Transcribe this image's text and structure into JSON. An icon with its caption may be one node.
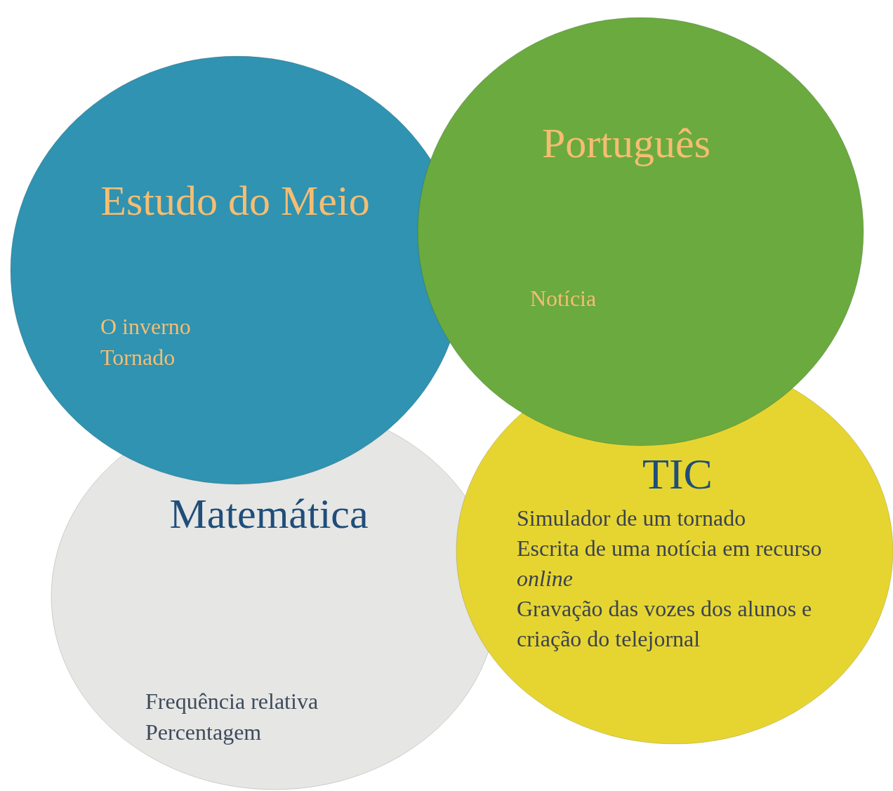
{
  "diagram": {
    "nodes": [
      {
        "text": [
          "Estudo do Meio",
          "O inverno",
          "Tornado"
        ]
      },
      {
        "text": [
          "Português",
          "Notícia"
        ]
      },
      {
        "text": [
          "Matemática",
          "Frequência relativa",
          "Percentagem"
        ]
      },
      {
        "text": [
          "TIC",
          "Simulador de um tornado",
          "Escrita de uma notícia em recurso *online*",
          "Gravação das vozes dos alunos e criação do telejornal"
        ]
      }
    ]
  }
}
